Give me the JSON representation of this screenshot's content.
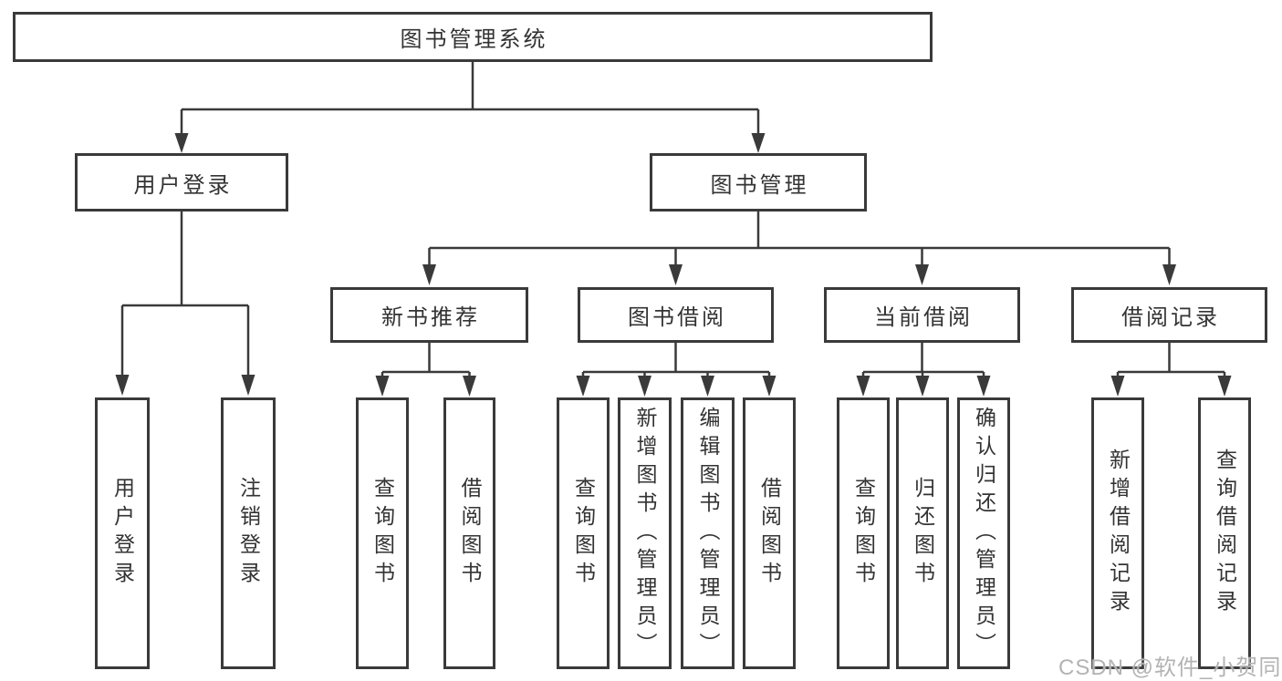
{
  "watermark": "CSDN @软件_小贺同学",
  "colors": {
    "line": "#3a3a3a",
    "text": "#333333",
    "box_background": "#ffffff",
    "page_background": "#ffffff",
    "watermark": "#b3b3b3"
  },
  "tree": {
    "label": "图书管理系统",
    "children": [
      {
        "label": "用户登录",
        "children": [
          {
            "label": "用户登录"
          },
          {
            "label": "注销登录"
          }
        ]
      },
      {
        "label": "图书管理",
        "children": [
          {
            "label": "新书推荐",
            "children": [
              {
                "label": "查询图书"
              },
              {
                "label": "借阅图书"
              }
            ]
          },
          {
            "label": "图书借阅",
            "children": [
              {
                "label": "查询图书"
              },
              {
                "label": "新增图书（管理员）"
              },
              {
                "label": "编辑图书（管理员）"
              },
              {
                "label": "借阅图书"
              }
            ]
          },
          {
            "label": "当前借阅",
            "children": [
              {
                "label": "查询图书"
              },
              {
                "label": "归还图书"
              },
              {
                "label": "确认归还（管理员）"
              }
            ]
          },
          {
            "label": "借阅记录",
            "children": [
              {
                "label": "新增借阅记录"
              },
              {
                "label": "查询借阅记录"
              }
            ]
          }
        ]
      }
    ]
  }
}
